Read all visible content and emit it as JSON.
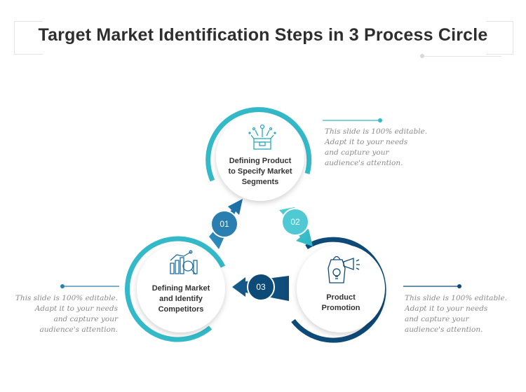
{
  "title": "Target Market Identification Steps in 3 Process Circle",
  "colors": {
    "teal": "#33b9c8",
    "light_teal": "#4fd0d6",
    "mid_blue": "#2a7fb0",
    "navy": "#0e4a78",
    "steel": "#1d6fa2"
  },
  "steps": [
    {
      "number": "01",
      "label": "Defining Market and Identify Competitors",
      "icon": "market-analysis-icon"
    },
    {
      "number": "02",
      "label": "Defining Product to Specify Market Segments",
      "icon": "product-box-icon"
    },
    {
      "number": "03",
      "label": "Product Promotion",
      "icon": "promotion-bag-icon"
    }
  ],
  "label_lines": {
    "top": [
      "Defining Product",
      "to Specify Market",
      "Segments"
    ],
    "left": [
      "Defining Market",
      "and Identify",
      "Competitors"
    ],
    "right": [
      "Product",
      "Promotion"
    ]
  },
  "notes": {
    "top": [
      "This slide is 100% editable.",
      "Adapt it to your needs",
      "and capture your",
      "audience's attention."
    ],
    "left": [
      "This slide is 100% editable.",
      "Adapt it to your needs",
      "and capture your",
      "audience's attention."
    ],
    "right": [
      "This slide is 100% editable.",
      "Adapt it to your needs",
      "and capture your",
      "audience's attention."
    ]
  }
}
